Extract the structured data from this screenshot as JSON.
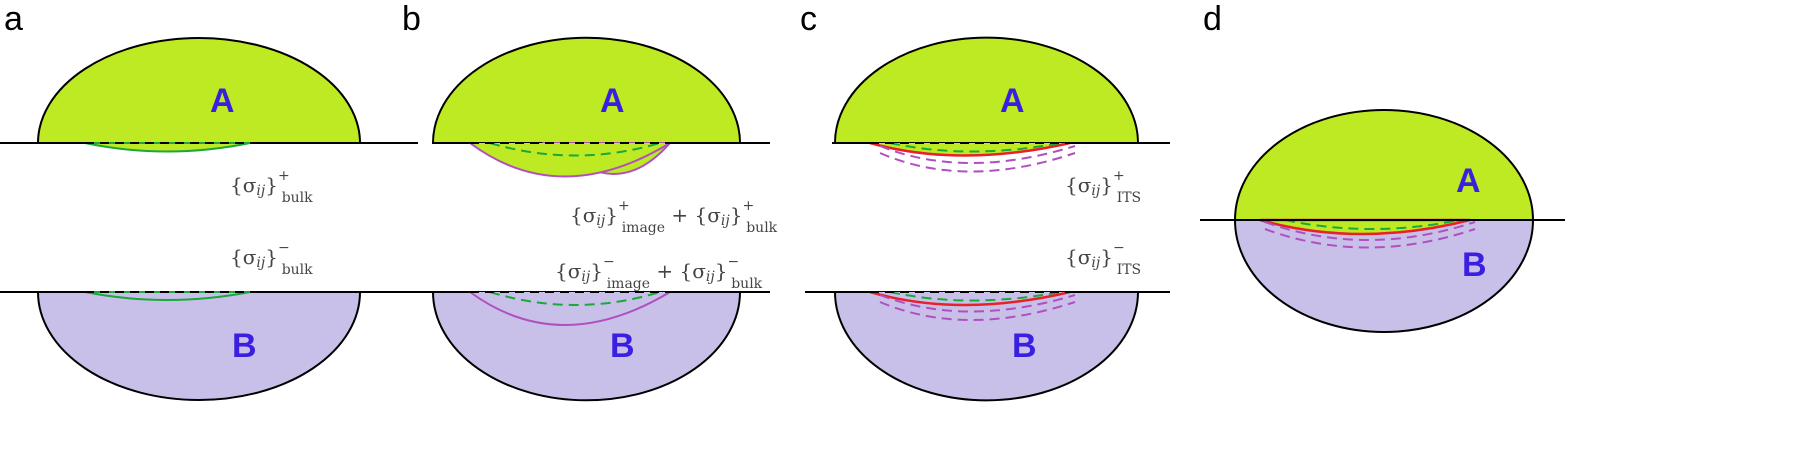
{
  "panels": [
    {
      "letter": "a",
      "top_label": "A",
      "bottom_label": "B",
      "upper_eq": {
        "main": "{σ",
        "idx": "ij",
        "close": "}",
        "sup": "+",
        "sub": "bulk"
      },
      "lower_eq": {
        "main": "{σ",
        "idx": "ij",
        "close": "}",
        "sup": "−",
        "sub": "bulk"
      }
    },
    {
      "letter": "b",
      "top_label": "A",
      "bottom_label": "B",
      "upper_eq": {
        "main": "{σ",
        "idx": "ij",
        "close": "}",
        "sup": "+",
        "sub": "image",
        "plus": " + ",
        "main2": "{σ",
        "idx2": "ij",
        "close2": "}",
        "sup2": "+",
        "sub2": "bulk"
      },
      "lower_eq": {
        "main": "{σ",
        "idx": "ij",
        "close": "}",
        "sup": "−",
        "sub": "image",
        "plus": " + ",
        "main2": "{σ",
        "idx2": "ij",
        "close2": "}",
        "sup2": "−",
        "sub2": "bulk"
      }
    },
    {
      "letter": "c",
      "top_label": "A",
      "bottom_label": "B",
      "upper_eq": {
        "main": "{σ",
        "idx": "ij",
        "close": "}",
        "sup": "+",
        "sub": "ITS"
      },
      "lower_eq": {
        "main": "{σ",
        "idx": "ij",
        "close": "}",
        "sup": "−",
        "sub": "ITS"
      }
    },
    {
      "letter": "d",
      "top_label": "A",
      "bottom_label": "B"
    }
  ],
  "colors": {
    "phase_a": "#bdea22",
    "phase_b": "#c8c0e8",
    "label": "#3a1fe0",
    "green": "#1aa83a",
    "magenta": "#b050c0",
    "red": "#e8202a"
  }
}
